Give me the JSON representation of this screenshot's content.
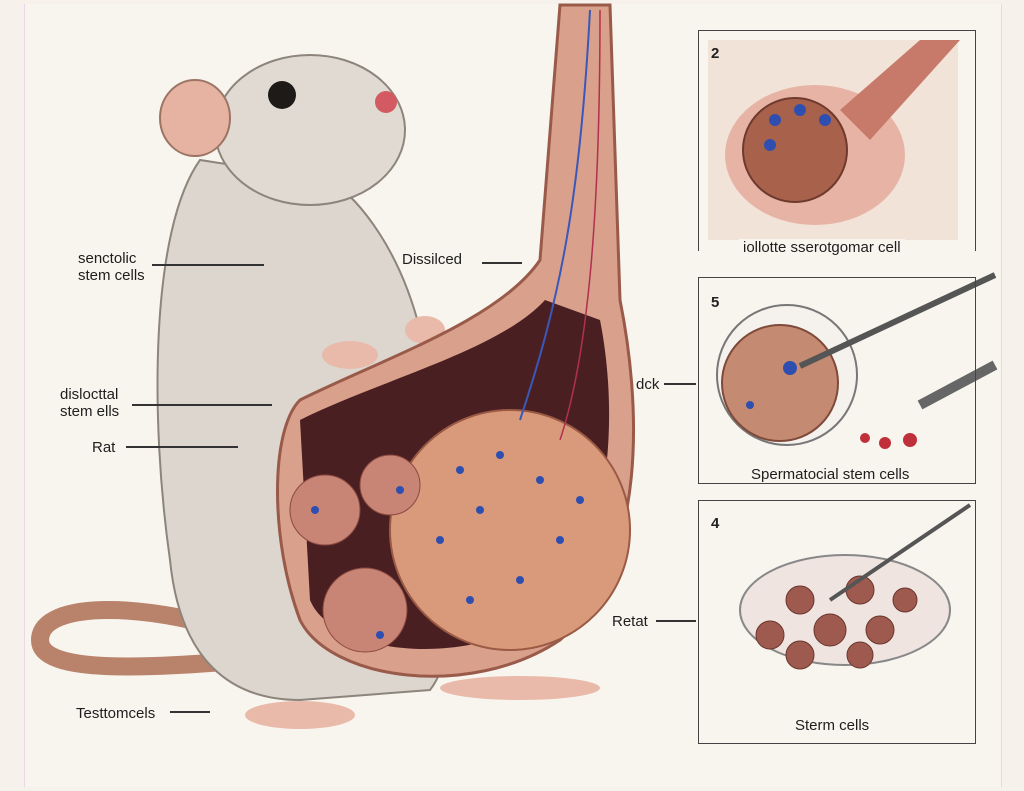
{
  "labels": {
    "senctolic": [
      "senctolic",
      "stem cells"
    ],
    "dissilced": "Dissilced",
    "dislocttal": [
      "dislocttal",
      "stem ells"
    ],
    "rat": "Rat",
    "testtomcels": "Testtomcels",
    "dck": "dck",
    "retat": "Retat"
  },
  "panels": [
    {
      "number": "2",
      "caption": "iollotte sserotgomar cell"
    },
    {
      "number": "5",
      "caption": "Spermatocial stem cells"
    },
    {
      "number": "4",
      "caption": "Sterm cells"
    }
  ],
  "colors": {
    "fur": "#dcd6cf",
    "tissue": "#c98f78",
    "cell_dot": "#2f4fb0",
    "vessel": "#b03050"
  }
}
